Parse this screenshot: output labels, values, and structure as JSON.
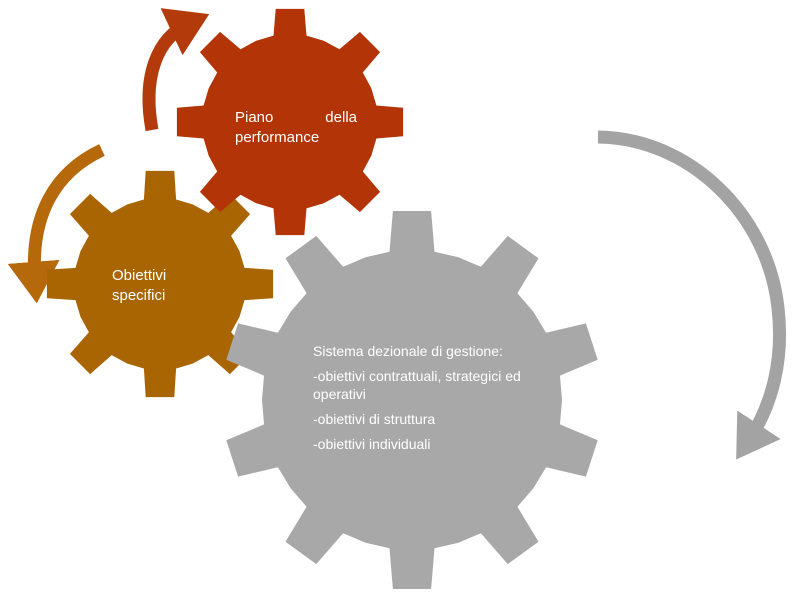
{
  "colors": {
    "red_gear": "#B33507",
    "orange_gear": "#AA6503",
    "gray_gear": "#A8A8A8",
    "orange_arrow": "#B5690A",
    "red_arrow": "#B23A0B",
    "gray_arrow": "#A3A3A3",
    "text": "#FFFFFF"
  },
  "gears": {
    "red": {
      "word1": "Piano",
      "word2": "della",
      "line2": "performance"
    },
    "orange": {
      "line1": "Obiettivi",
      "line2": "specifici"
    },
    "gray": {
      "title": "Sistema dezionale di gestione:",
      "item1": "-obiettivi  contrattuali,  strategici ed operativi",
      "item2": "-obiettivi di struttura",
      "item3": "-obiettivi individuali"
    }
  }
}
